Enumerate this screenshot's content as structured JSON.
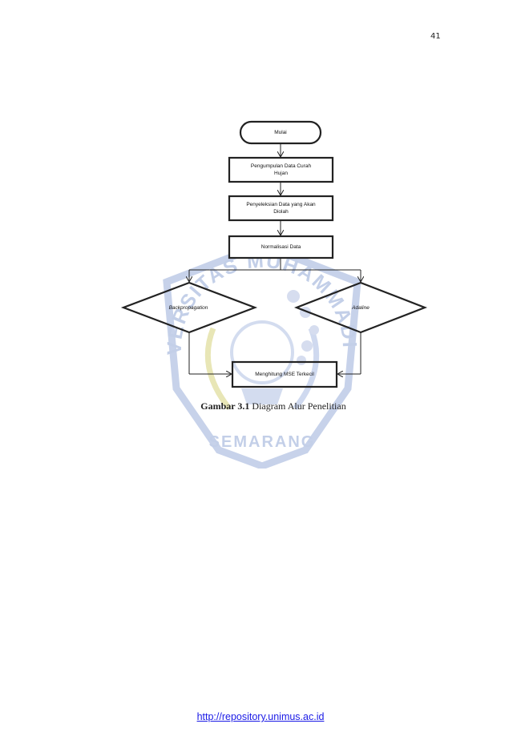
{
  "page": {
    "number": "41"
  },
  "watermark": {
    "text_top": "UNIVERSITAS MUHAMMADIYAH",
    "text_bottom": "SEMARANG"
  },
  "flowchart": {
    "start": "Mulai",
    "step1_line1": "Pengumpulan Data Curah",
    "step1_line2": "Hujan",
    "step2_line1": "Penyeleksian Data yang Akan",
    "step2_line2": "Diolah",
    "step3": "Normalisasi Data",
    "branch_left": "Backpropagation",
    "branch_right": "Adaline",
    "end": "Menghitung MSE Terkecil"
  },
  "caption": {
    "label": "Gambar 3.1",
    "text": " Diagram Alur Penelitian"
  },
  "footer": {
    "link": "http://repository.unimus.ac.id"
  },
  "colors": {
    "watermark": "#c7d2ea",
    "link": "#1a1ae6"
  }
}
